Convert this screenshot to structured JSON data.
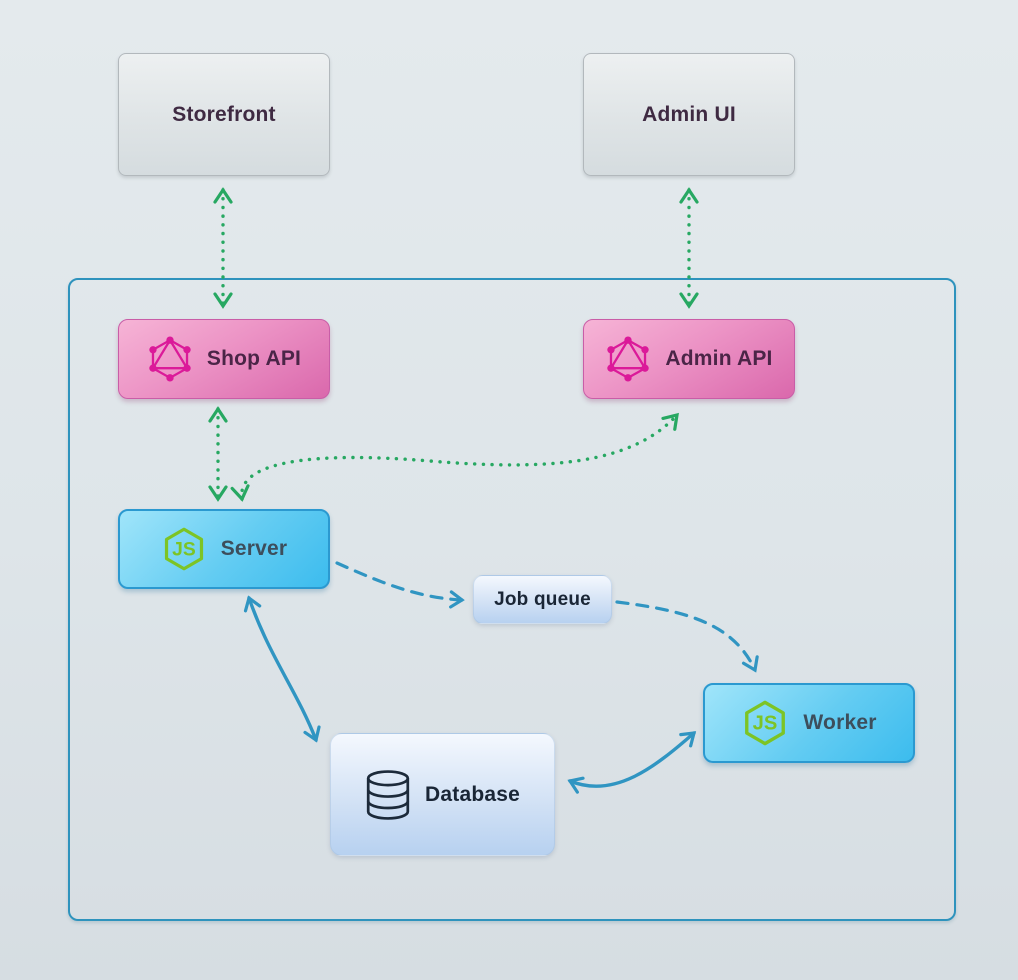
{
  "diagram": {
    "nodes": {
      "storefront": {
        "label": "Storefront"
      },
      "admin_ui": {
        "label": "Admin UI"
      },
      "shop_api": {
        "label": "Shop API",
        "icon": "graphql-icon"
      },
      "admin_api": {
        "label": "Admin API",
        "icon": "graphql-icon"
      },
      "server": {
        "label": "Server",
        "icon": "nodejs-icon"
      },
      "job_queue": {
        "label": "Job queue"
      },
      "worker": {
        "label": "Worker",
        "icon": "nodejs-icon"
      },
      "database": {
        "label": "Database",
        "icon": "database-icon"
      }
    },
    "edges": [
      {
        "from": "storefront",
        "to": "shop_api",
        "style": "dotted",
        "color": "green",
        "bidirectional": true
      },
      {
        "from": "admin_ui",
        "to": "admin_api",
        "style": "dotted",
        "color": "green",
        "bidirectional": true
      },
      {
        "from": "shop_api",
        "to": "server",
        "style": "dotted",
        "color": "green",
        "bidirectional": true
      },
      {
        "from": "server",
        "to": "admin_api",
        "style": "dotted",
        "color": "green",
        "bidirectional": true
      },
      {
        "from": "server",
        "to": "job_queue",
        "style": "dashed",
        "color": "blue",
        "bidirectional": false
      },
      {
        "from": "job_queue",
        "to": "worker",
        "style": "dashed",
        "color": "blue",
        "bidirectional": false
      },
      {
        "from": "server",
        "to": "database",
        "style": "solid",
        "color": "blue",
        "bidirectional": true
      },
      {
        "from": "database",
        "to": "worker",
        "style": "solid",
        "color": "blue",
        "bidirectional": true
      }
    ],
    "colors": {
      "green_arrow": "#27a862",
      "blue_arrow": "#3095c2",
      "container_border": "#2e93bd",
      "graphql_pink": "#db1a99",
      "nodejs_green": "#7dc425",
      "pink_box": "#da68ac",
      "blue_box": "#3cbcee",
      "light_box": "#b7d1f0",
      "gray_box": "#d5dcdf"
    }
  }
}
